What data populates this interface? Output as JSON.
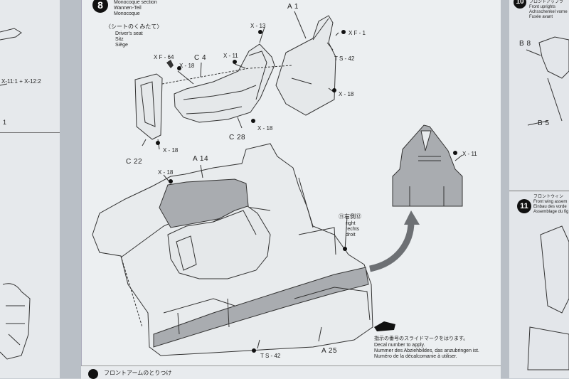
{
  "step8": {
    "number": "8",
    "title_lines": [
      "Monocoque section",
      "Wannen-Teil",
      "Monocoque"
    ],
    "seat_heading": "〈シートのくみたて〉",
    "seat_lines": [
      "Driver's seat",
      "Sitz",
      "Siège"
    ]
  },
  "part_labels": {
    "a1": "A 1",
    "xf1": "X F - 1",
    "ts42_top": "T S - 42",
    "x18_right": "X - 18",
    "x13": "X - 13",
    "xf64": "X F - 64",
    "c4": "C 4",
    "x11_top": "X - 11",
    "x18_c4": "X - 18",
    "x18_c28": "X - 18",
    "c28": "C 28",
    "x18_c22": "X - 18",
    "c22": "C 22",
    "a14": "A 14",
    "x18_a14": "X - 18",
    "x11_right": "X - 11",
    "a25": "A 25",
    "ts42_bottom": "T S - 42"
  },
  "decal_side": {
    "marker": "⑪右側⑫",
    "lines": [
      "right",
      "rechts",
      "droit"
    ]
  },
  "decal_note": {
    "jp": "指示の番号のスライドマークをはります。",
    "lines": [
      "Decal number to apply.",
      "Nummer des Abziehbildes, das anzubringen ist.",
      "Numéro de la décalcomanie à utiliser."
    ]
  },
  "left_col": {
    "formula": "X-11:1 + X-12:2",
    "num": "1"
  },
  "step10": {
    "number": "10",
    "title_lines": [
      "フロントアップラ",
      "Front uprights",
      "Achsschenkel vorne",
      "Fusée avant"
    ],
    "b8": "B 8",
    "b5": "B 5"
  },
  "step11": {
    "number": "11",
    "title_lines": [
      "フロントウィン",
      "Front wing assem",
      "Einbau des vorde",
      "Assemblage du fig"
    ]
  },
  "bottom_step": {
    "text": "フロントアームのとりつけ"
  },
  "colors": {
    "sheet": "#eceff1",
    "part_gray": "#a9acb0",
    "line": "#333333",
    "arrow": "#6d7074"
  }
}
